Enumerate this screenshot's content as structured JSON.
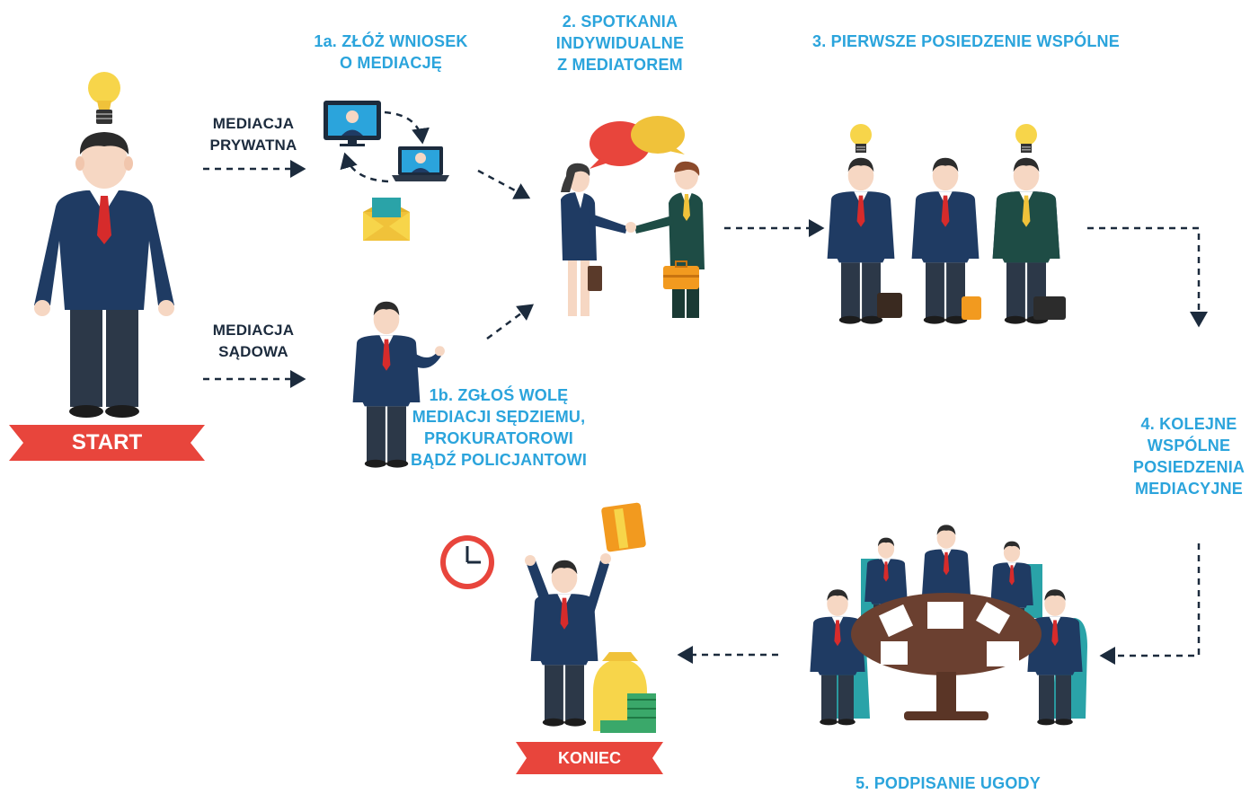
{
  "labels": {
    "step_1a": [
      "1a. ZŁÓŻ WNIOSEK",
      "O MEDIACJĘ"
    ],
    "step_2": [
      "2. SPOTKANIA",
      "INDYWIDUALNE",
      "Z MEDIATOREM"
    ],
    "step_3": [
      "3. PIERWSZE POSIEDZENIE WSPÓLNE"
    ],
    "step_1b": [
      "1b. ZGŁOŚ WOLĘ",
      "MEDIACJI SĘDZIEMU,",
      "PROKURATOROWI",
      "BĄDŹ POLICJANTOWI"
    ],
    "step_4": [
      "4. KOLEJNE",
      "WSPÓLNE",
      "POSIEDZENIA",
      "MEDIACYJNE"
    ],
    "step_5": [
      "5. PODPISANIE UGODY"
    ],
    "private": [
      "MEDIACJA",
      "PRYWATNA"
    ],
    "court": [
      "MEDIACJA",
      "SĄDOWA"
    ]
  },
  "ribbons": {
    "start": "START",
    "end": "KONIEC"
  },
  "colors": {
    "accent_blue": "#2ba4dc",
    "dark_text": "#1c2b3d",
    "ribbon_red": "#e8453c",
    "suit_navy": "#1f3b63",
    "suit_teal": "#1e4c45",
    "tie_red": "#d62b2b",
    "bulb_yellow": "#f7d54a",
    "table_brown": "#6b4030",
    "chair_teal": "#2aa3a8"
  },
  "icons": [
    "lightbulb-icon",
    "monitor-icon",
    "laptop-icon",
    "envelope-icon",
    "speech-bubble-icon",
    "briefcase-icon",
    "clock-icon",
    "money-bag-icon",
    "cash-stack-icon"
  ]
}
